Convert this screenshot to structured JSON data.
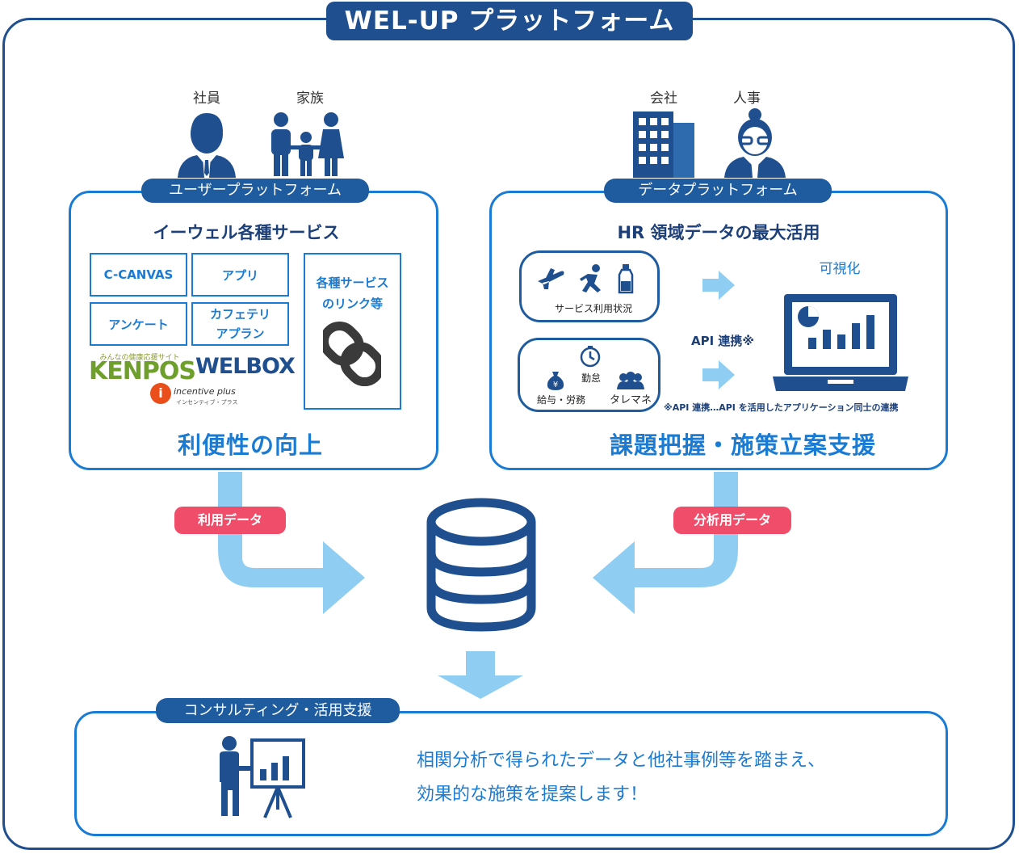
{
  "title": "WEL-UP プラットフォーム",
  "left": {
    "people": [
      "社員",
      "家族"
    ],
    "platform_label": "ユーザープラットフォーム",
    "heading": "イーウェル各種サービス",
    "services": [
      "C-CANVAS",
      "アプリ",
      "アンケート",
      "カフェテリアプラン"
    ],
    "link_box": "各種サービスのリンク等",
    "logos": {
      "kenpos_small": "みんなの健康応援サイト",
      "kenpos": "KENPOS",
      "welbox": "WELBOX",
      "incentive": "incentive plus",
      "incentive_sub": "インセンティブ・プラス"
    },
    "benefit": "利便性の向上",
    "data_tag": "利用データ"
  },
  "right": {
    "people": [
      "会社",
      "人事"
    ],
    "platform_label": "データプラットフォーム",
    "heading": "HR 領域データの最大活用",
    "usage_box": "サービス利用状況",
    "hr_items": [
      "勤怠",
      "給与・労務",
      "タレマネ"
    ],
    "api_label": "API 連携※",
    "visualize": "可視化",
    "footnote": "※API 連携…API を活用したアプリケーション同士の連携",
    "benefit": "課題把握・施策立案支援",
    "data_tag": "分析用データ"
  },
  "bottom": {
    "label": "コンサルティング・活用支援",
    "line1": "相関分析で得られたデータと他社事例等を踏まえ、",
    "line2": "効果的な施策を提案します！"
  },
  "colors": {
    "navy": "#1f4f8f",
    "blue": "#1a7bd4",
    "light_blue": "#8fcdf2",
    "pink": "#f04d6a",
    "icon": "#1f4f8f"
  }
}
